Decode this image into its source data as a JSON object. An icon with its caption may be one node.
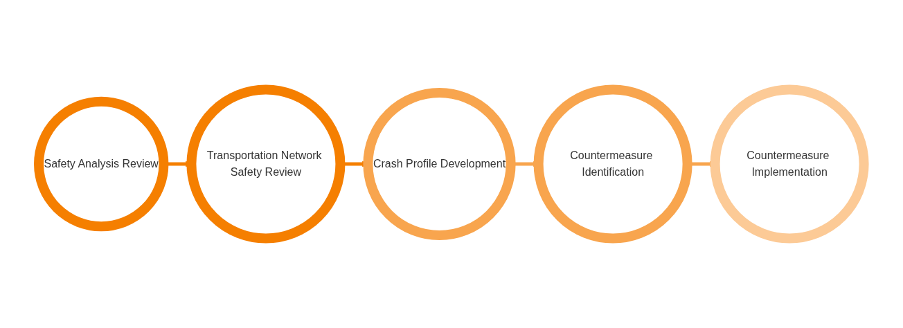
{
  "diagram": {
    "nodes": [
      {
        "text": [
          "Safety Analysis Review"
        ]
      },
      {
        "text": [
          "Transportation Network Safety Review"
        ]
      },
      {
        "text": [
          "Crash Profile Development"
        ]
      },
      {
        "text": [
          "Countermeasure Identification"
        ]
      },
      {
        "text": [
          "Countermeasure Implementation"
        ]
      }
    ],
    "edges": [
      {
        "from": 0,
        "to": 1,
        "arrow": "to"
      },
      {
        "from": 1,
        "to": 2,
        "arrow": "to"
      },
      {
        "from": 2,
        "to": 3,
        "arrow": "to"
      },
      {
        "from": 3,
        "to": 4,
        "arrow": "to"
      }
    ]
  }
}
